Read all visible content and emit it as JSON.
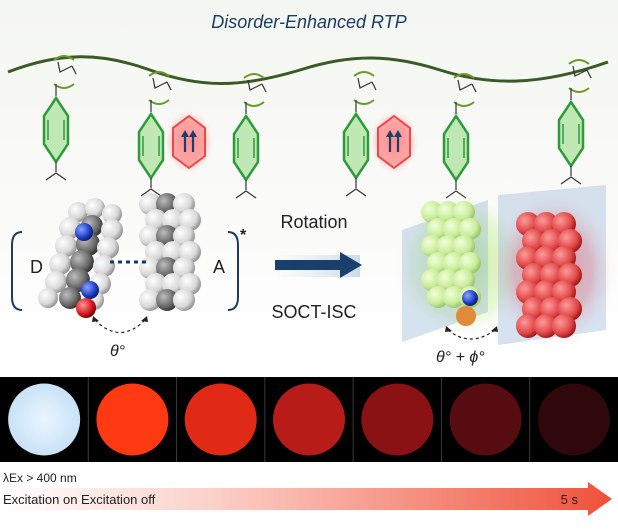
{
  "title": "Disorder-Enhanced RTP",
  "donor_label": "D",
  "acceptor_label": "A",
  "excited_mark": "*",
  "rotation_label": "Rotation",
  "socti_label": "SOCT-ISC",
  "theta_label": "θ°",
  "theta_phi_label": "θ° + ϕ°",
  "excitation_wavelength": "λEx > 400 nm",
  "excitation_note": "Excitation on Excitation off",
  "timeline_end": "5 s",
  "frames": [
    {
      "state": "excitation-on",
      "color": "#d8ecfb"
    },
    {
      "state": "afterglow-1",
      "color": "#ff3a12"
    },
    {
      "state": "afterglow-2",
      "color": "#e02a16"
    },
    {
      "state": "afterglow-3",
      "color": "#b81c18"
    },
    {
      "state": "afterglow-4",
      "color": "#8a1215"
    },
    {
      "state": "afterglow-5",
      "color": "#560c10"
    },
    {
      "state": "afterglow-6",
      "color": "#2e080a"
    }
  ],
  "colors": {
    "polymer_backbone": "#3a5a26",
    "phenyl_green": "#2f9a3c",
    "triplet_glow": "#ff6a6a",
    "arrow_navy": "#1b3f6b",
    "timeline_red": "#f04a3a"
  }
}
